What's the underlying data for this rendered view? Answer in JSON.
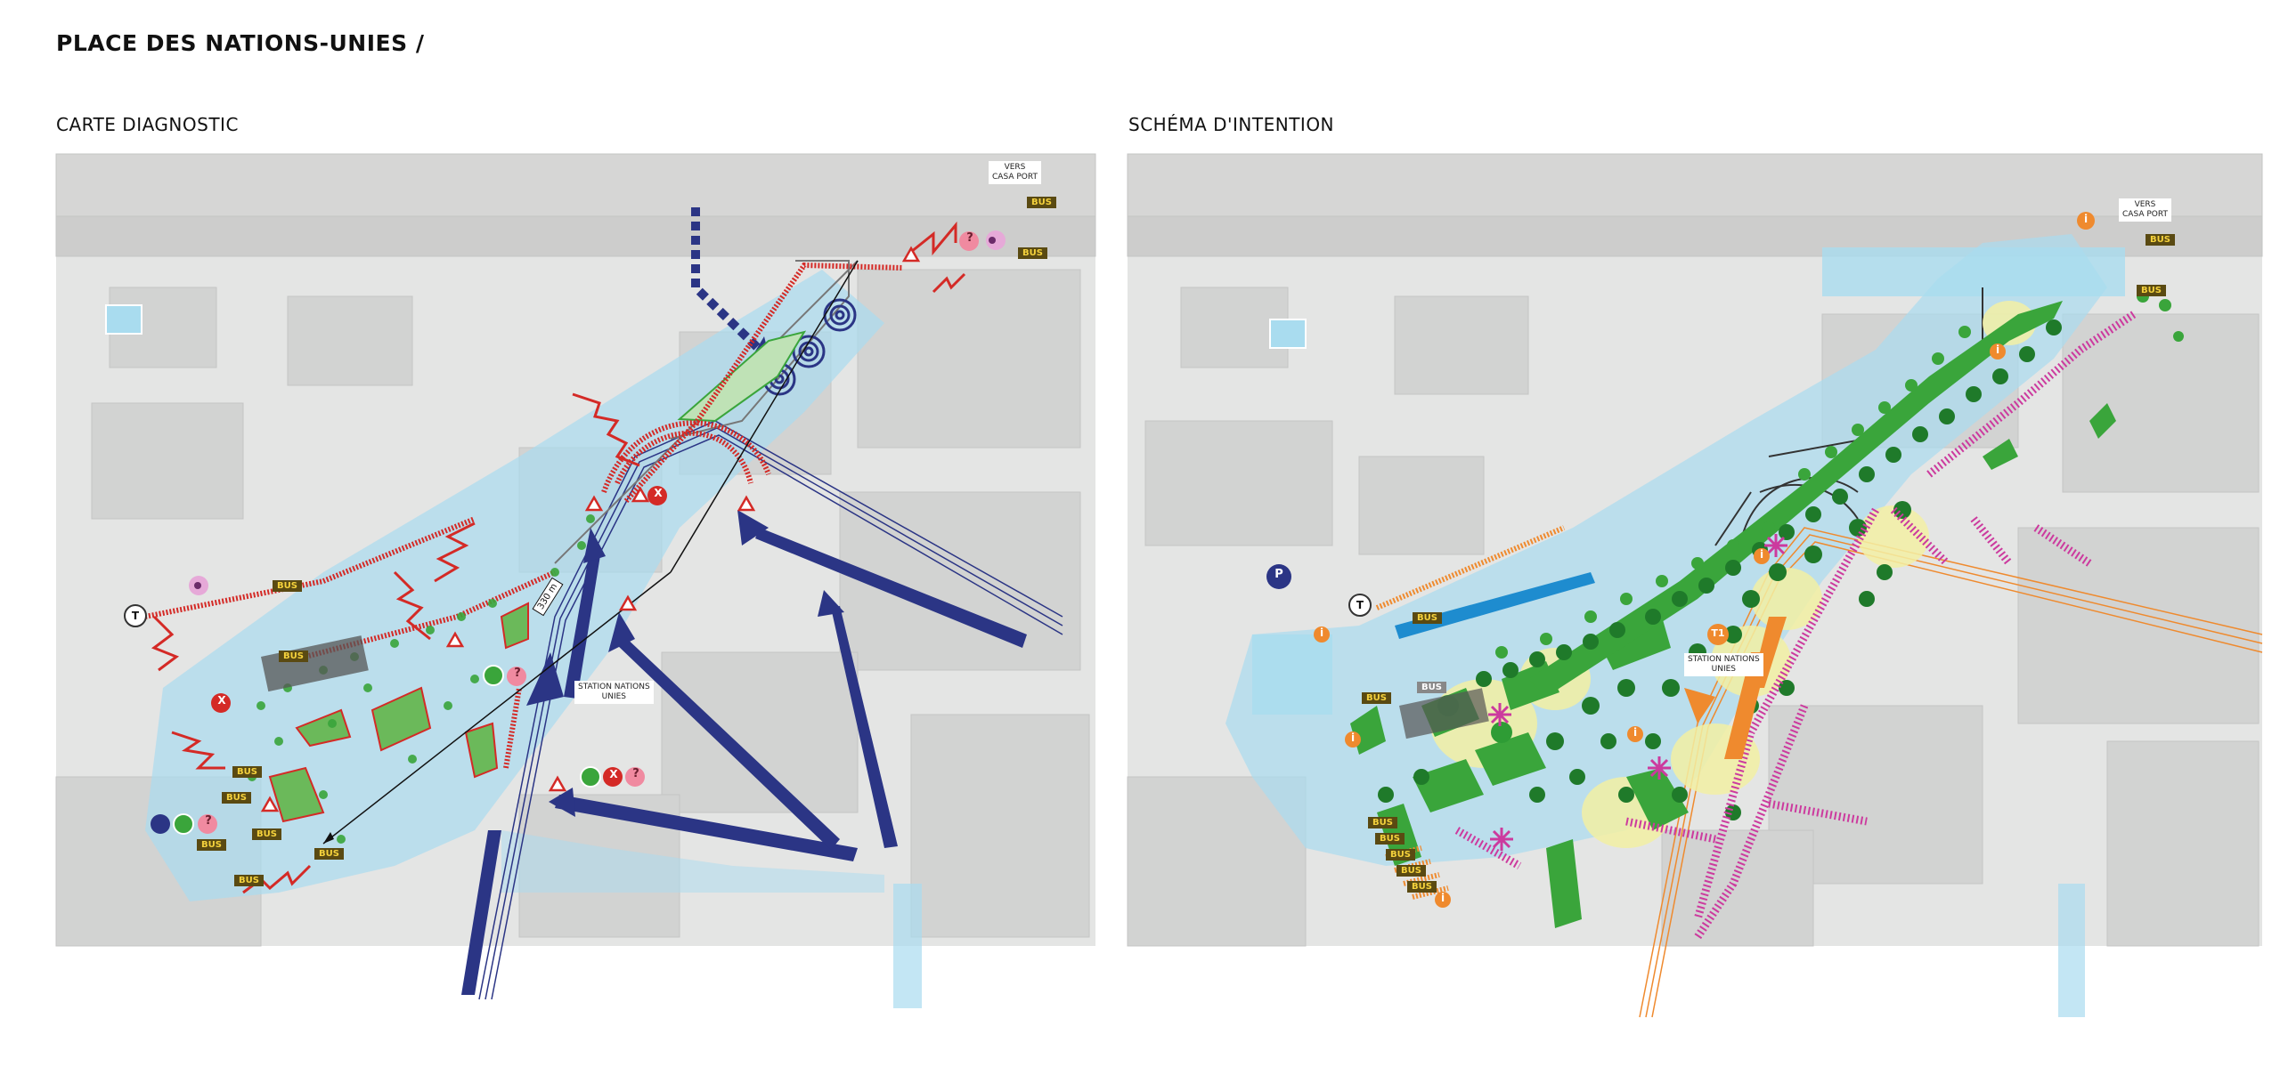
{
  "page_title": "PLACE DES NATIONS-UNIES /",
  "diagnostic": {
    "title": "CARTE DIAGNOSTIC",
    "vers_casa_port": [
      "VERS",
      "CASA PORT"
    ],
    "station_label": [
      "STATION NATIONS",
      "UNIES"
    ],
    "distance_label": "330 m",
    "bus_label": "BUS",
    "tram_label": "T",
    "question_mark": "?",
    "cross_mark": "X",
    "warning_mark": "!"
  },
  "intention": {
    "title": "SCHÉMA D'INTENTION",
    "vers_casa_port": [
      "VERS",
      "CASA PORT"
    ],
    "station_label": [
      "STATION NATIONS",
      "UNIES"
    ],
    "bus_label": "BUS",
    "tram_label": "T",
    "tram_line_label": "T1",
    "parking_label": "P",
    "info_label": "i"
  },
  "colors": {
    "background": "#ffffff",
    "map_base": "#e4e5e4",
    "pedestrian_blue": "#a9dcef",
    "navy_flow": "#2b3585",
    "red_problem": "#d42a26",
    "green_vegetation": "#3aa53b",
    "dark_tree": "#1f7a2a",
    "magenta_crossing": "#cc3a9e",
    "orange_bus": "#ef8a2e",
    "yellow_halo": "#f3f0a4",
    "bus_badge_bg": "#5a4a12",
    "bus_badge_text": "#f5d23c"
  }
}
